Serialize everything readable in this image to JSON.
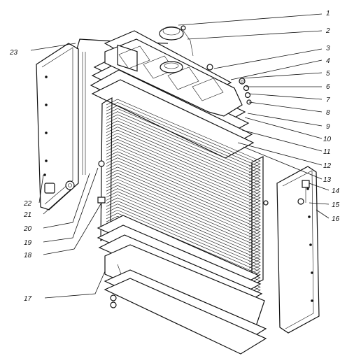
{
  "callouts": [
    {
      "id": "c1",
      "text": "1"
    },
    {
      "id": "c2",
      "text": "2"
    },
    {
      "id": "c3",
      "text": "3"
    },
    {
      "id": "c4",
      "text": "4"
    },
    {
      "id": "c5",
      "text": "5"
    },
    {
      "id": "c6",
      "text": "6"
    },
    {
      "id": "c7",
      "text": "7"
    },
    {
      "id": "c8",
      "text": "8"
    },
    {
      "id": "c9",
      "text": "9"
    },
    {
      "id": "c10",
      "text": "10"
    },
    {
      "id": "c11",
      "text": "11"
    },
    {
      "id": "c12",
      "text": "12"
    },
    {
      "id": "c13",
      "text": "13"
    },
    {
      "id": "c14",
      "text": "14"
    },
    {
      "id": "c15",
      "text": "15"
    },
    {
      "id": "c16",
      "text": "16"
    },
    {
      "id": "c17",
      "text": "17"
    },
    {
      "id": "c18",
      "text": "18"
    },
    {
      "id": "c19",
      "text": "19"
    },
    {
      "id": "c20",
      "text": "20"
    },
    {
      "id": "c21",
      "text": "21"
    },
    {
      "id": "c22",
      "text": "22"
    },
    {
      "id": "c23",
      "text": "23"
    }
  ]
}
